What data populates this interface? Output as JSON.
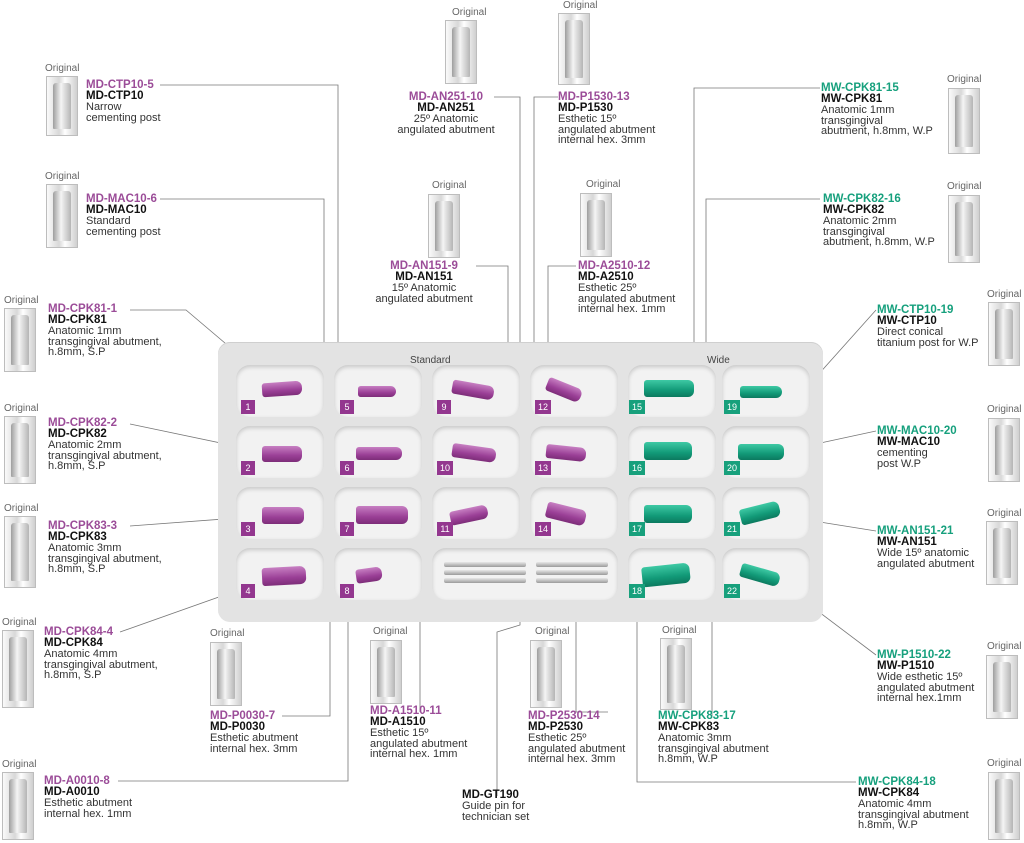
{
  "tray": {
    "standard_label": "Standard",
    "wide_label": "Wide"
  },
  "original_label": "Original",
  "items": {
    "i1": {
      "code": "MD-CPK81-1",
      "name": "MD-CPK81",
      "desc": [
        "Anatomic 1mm",
        "transgingival abutment,",
        "h.8mm, S.P"
      ]
    },
    "i2": {
      "code": "MD-CPK82-2",
      "name": "MD-CPK82",
      "desc": [
        "Anatomic 2mm",
        "transgingival abutment,",
        "h.8mm, S.P"
      ]
    },
    "i3": {
      "code": "MD-CPK83-3",
      "name": "MD-CPK83",
      "desc": [
        "Anatomic 3mm",
        "transgingival abutment,",
        "h.8mm, S.P"
      ]
    },
    "i4": {
      "code": "MD-CPK84-4",
      "name": "MD-CPK84",
      "desc": [
        "Anatomic 4mm",
        "transgingival abutment,",
        "h.8mm, S.P"
      ]
    },
    "i5": {
      "code": "MD-CTP10-5",
      "name": "MD-CTP10",
      "desc": [
        "Narrow",
        "cementing post"
      ]
    },
    "i6": {
      "code": "MD-MAC10-6",
      "name": "MD-MAC10",
      "desc": [
        "Standard",
        "cementing post"
      ]
    },
    "i7": {
      "code": "MD-P0030-7",
      "name": "MD-P0030",
      "desc": [
        "Esthetic abutment",
        "internal hex. 3mm"
      ]
    },
    "i8": {
      "code": "MD-A0010-8",
      "name": "MD-A0010",
      "desc": [
        "Esthetic abutment",
        "internal hex. 1mm"
      ]
    },
    "i9": {
      "code": "MD-AN151-9",
      "name": "MD-AN151",
      "desc": [
        "15º Anatomic",
        "angulated abutment"
      ]
    },
    "i10": {
      "code": "MD-AN251-10",
      "name": "MD-AN251",
      "desc": [
        "25º Anatomic",
        "angulated abutment"
      ]
    },
    "i11": {
      "code": "MD-A1510-11",
      "name": "MD-A1510",
      "desc": [
        "Esthetic 15º",
        "angulated abutment",
        "internal hex. 1mm"
      ]
    },
    "i12": {
      "code": "MD-A2510-12",
      "name": "MD-A2510",
      "desc": [
        "Esthetic 25º",
        "angulated abutment",
        "internal hex. 1mm"
      ]
    },
    "i13": {
      "code": "MD-P1530-13",
      "name": "MD-P1530",
      "desc": [
        "Esthetic 15º",
        "angulated abutment",
        "internal hex. 3mm"
      ]
    },
    "i14": {
      "code": "MD-P2530-14",
      "name": "MD-P2530",
      "desc": [
        "Esthetic 25º",
        "angulated abutment",
        "internal hex. 3mm"
      ]
    },
    "i15": {
      "code": "MW-CPK81-15",
      "name": "MW-CPK81",
      "desc": [
        "Anatomic 1mm",
        "transgingival",
        "abutment, h.8mm, W.P"
      ]
    },
    "i16": {
      "code": "MW-CPK82-16",
      "name": "MW-CPK82",
      "desc": [
        "Anatomic 2mm",
        "transgingival",
        "abutment, h.8mm, W.P"
      ]
    },
    "i17": {
      "code": "MW-CPK83-17",
      "name": "MW-CPK83",
      "desc": [
        "Anatomic 3mm",
        "transgingival abutment",
        "h.8mm, W.P"
      ]
    },
    "i18": {
      "code": "MW-CPK84-18",
      "name": "MW-CPK84",
      "desc": [
        "Anatomic 4mm",
        "transgingival abutment",
        "h.8mm, W.P"
      ]
    },
    "i19": {
      "code": "MW-CTP10-19",
      "name": "MW-CTP10",
      "desc": [
        "Direct conical",
        "titanium post for W.P"
      ]
    },
    "i20": {
      "code": "MW-MAC10-20",
      "name": "MW-MAC10",
      "desc": [
        "cementing",
        "post W.P"
      ]
    },
    "i21": {
      "code": "MW-AN151-21",
      "name": "MW-AN151",
      "desc": [
        "Wide 15º anatomic",
        "angulated abutment"
      ]
    },
    "i22": {
      "code": "MW-P1510-22",
      "name": "MW-P1510",
      "desc": [
        "Wide esthetic 15º",
        "angulated abutment",
        "internal hex.1mm"
      ]
    },
    "gt": {
      "code": "",
      "name": "MD-GT190",
      "desc": [
        "Guide pin for",
        "technician set"
      ]
    }
  },
  "slot_numbers": [
    "1",
    "2",
    "3",
    "4",
    "5",
    "6",
    "7",
    "8",
    "9",
    "10",
    "11",
    "12",
    "13",
    "14",
    "15",
    "16",
    "17",
    "18",
    "19",
    "20",
    "21",
    "22"
  ],
  "colors": {
    "standard": "#9b4c98",
    "wide": "#16a07d",
    "tray": "#e3e3e3"
  }
}
